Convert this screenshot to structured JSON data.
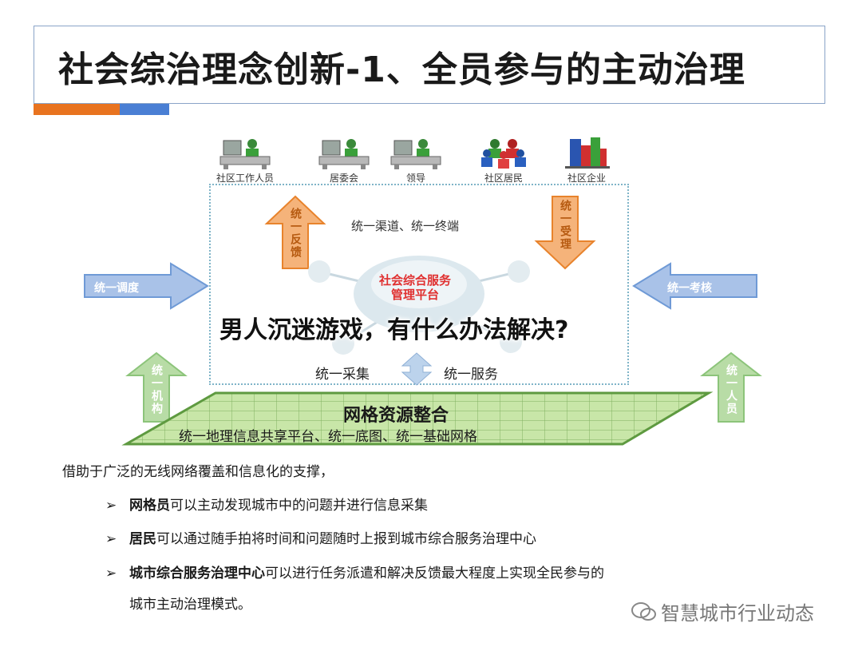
{
  "title": "社会综治理念创新-1、全员参与的主动治理",
  "actors": [
    {
      "label": "社区工作人员",
      "icon": "desk-worker-icon"
    },
    {
      "label": "居委会",
      "icon": "desk-worker-icon"
    },
    {
      "label": "领导",
      "icon": "desk-worker-icon"
    },
    {
      "label": "社区居民",
      "icon": "people-group-icon"
    },
    {
      "label": "社区企业",
      "icon": "buildings-icon"
    }
  ],
  "diagram": {
    "channel": "统一渠道、统一终端",
    "feedback": "统一反馈",
    "accept": "统一受理",
    "dispatch": "统一调度",
    "assess": "统一考核",
    "platform_line1": "社会综合服务",
    "platform_line2": "管理平台",
    "collect": "统一采集",
    "service": "统一服务",
    "institution": "统一机构",
    "personnel": "统一人员",
    "grid_title": "网格资源整合",
    "grid_sub": "统一地理信息共享平台、统一底图、统一基础网格"
  },
  "overlay": "男人沉迷游戏，有什么办法解决?",
  "description": {
    "intro": "借助于广泛的无线网络覆盖和信息化的支撑，",
    "bullets": [
      {
        "bold": "网格员",
        "text": "可以主动发现城市中的问题并进行信息采集"
      },
      {
        "bold": "居民",
        "text": "可以通过随手拍将时间和问题随时上报到城市综合服务治理中心"
      },
      {
        "bold": "城市综合服务治理中心",
        "text": "可以进行任务派遣和解决反馈最大程度上实现全民参与的"
      }
    ],
    "continuation": "城市主动治理模式。",
    "bullet_mark": "➢"
  },
  "watermark": "智慧城市行业动态",
  "colors": {
    "orange": "#f08a2c",
    "blue_arrow": "#6f9ad6",
    "green_arrow": "#8cc47a",
    "grid_green": "#c8e6a8",
    "platform_red": "#e03030"
  }
}
